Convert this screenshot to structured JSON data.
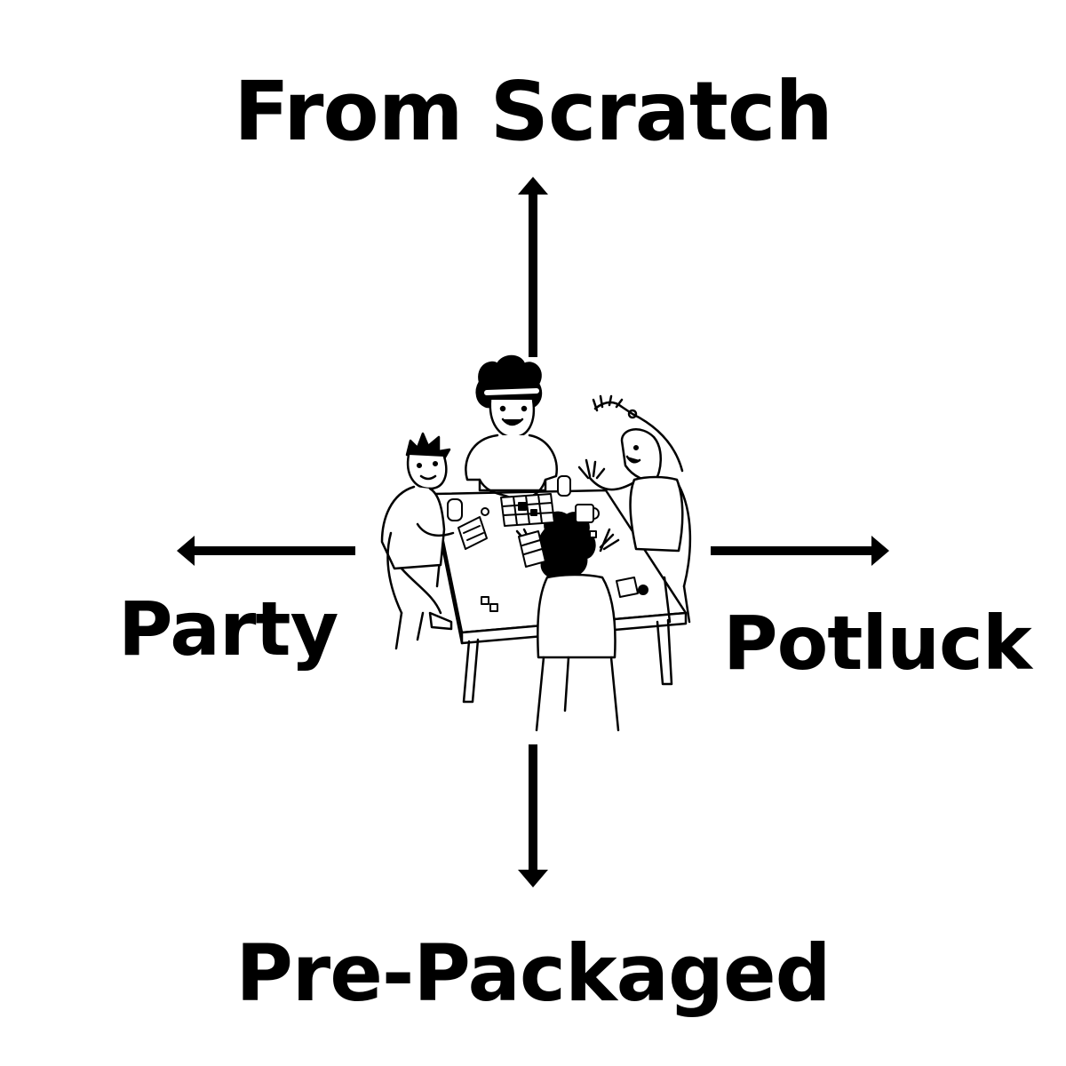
{
  "axes": {
    "top": "From Scratch",
    "bottom": "Pre-Packaged",
    "left": "Party",
    "right": "Potluck"
  },
  "illustration": {
    "subject": "friends-playing-board-game-at-table"
  },
  "colors": {
    "ink": "#000000",
    "background": "#ffffff"
  }
}
